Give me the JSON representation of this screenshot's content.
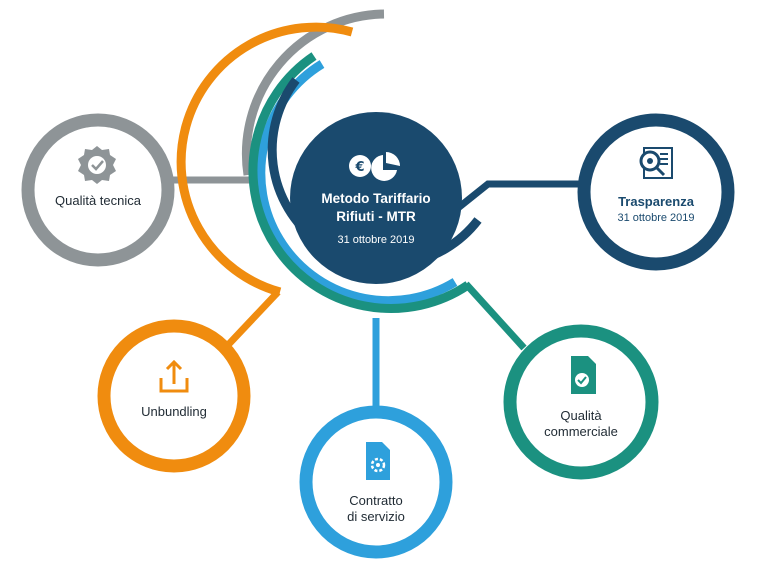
{
  "center": {
    "title_line1": "Metodo Tariffario",
    "title_line2": "Rifiuti - MTR",
    "date": "31 ottobre 2019",
    "icon": "euro-pie-chart-icon"
  },
  "nodes": {
    "qualita_tecnica": {
      "label": "Qualità tecnica",
      "icon": "quality-badge-icon"
    },
    "trasparenza": {
      "label": "Trasparenza",
      "date": "31 ottobre 2019",
      "icon": "document-magnifier-icon"
    },
    "unbundling": {
      "label": "Unbundling",
      "icon": "upload-tray-icon"
    },
    "contratto": {
      "label_line1": "Contratto",
      "label_line2": "di servizio",
      "icon": "document-gear-icon"
    },
    "qualita_commerciale": {
      "label_line1": "Qualità",
      "label_line2": "commerciale",
      "icon": "document-check-icon"
    }
  },
  "colors": {
    "navy": "#1a4a6e",
    "gray": "#8e9497",
    "orange": "#f08c0f",
    "blue": "#2ea0dc",
    "teal": "#1b9180"
  }
}
